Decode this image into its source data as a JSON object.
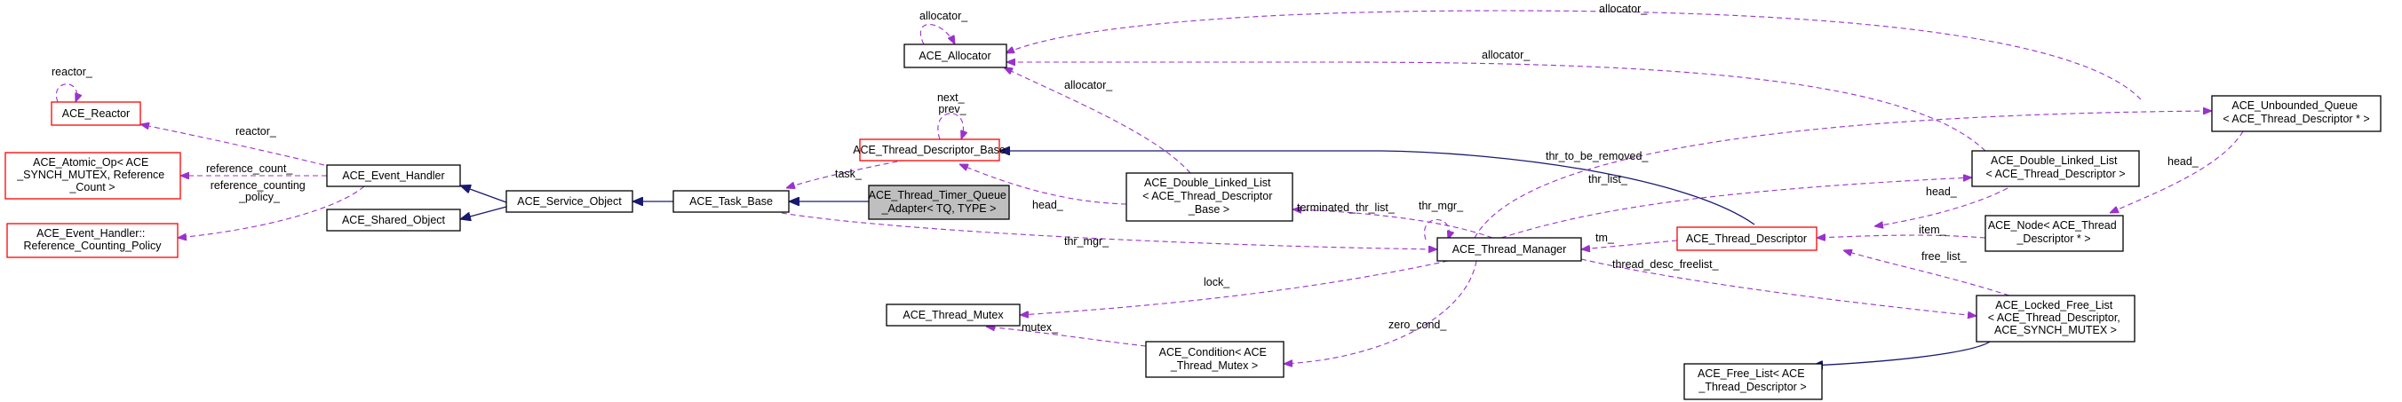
{
  "diagram": {
    "nodes": {
      "ace_allocator": [
        "ACE_Allocator"
      ],
      "ace_reactor": [
        "ACE_Reactor"
      ],
      "ace_atomic_op": [
        "ACE_Atomic_Op< ACE",
        "_SYNCH_MUTEX, Reference",
        "_Count >"
      ],
      "ace_event_handler_rcp": [
        "ACE_Event_Handler::",
        "Reference_Counting_Policy"
      ],
      "ace_event_handler": [
        "ACE_Event_Handler"
      ],
      "ace_shared_object": [
        "ACE_Shared_Object"
      ],
      "ace_service_object": [
        "ACE_Service_Object"
      ],
      "ace_task_base": [
        "ACE_Task_Base"
      ],
      "ace_thread_timer_queue_adapter": [
        "ACE_Thread_Timer_Queue",
        "_Adapter< TQ, TYPE >"
      ],
      "ace_thread_descriptor_base": [
        "ACE_Thread_Descriptor_Base"
      ],
      "ace_double_linked_list_base": [
        "ACE_Double_Linked_List",
        "< ACE_Thread_Descriptor",
        "_Base >"
      ],
      "ace_thread_manager": [
        "ACE_Thread_Manager"
      ],
      "ace_thread_mutex": [
        "ACE_Thread_Mutex"
      ],
      "ace_condition": [
        "ACE_Condition< ACE",
        "_Thread_Mutex >"
      ],
      "ace_unbounded_queue": [
        "ACE_Unbounded_Queue",
        "< ACE_Thread_Descriptor * >"
      ],
      "ace_double_linked_list_td": [
        "ACE_Double_Linked_List",
        "< ACE_Thread_Descriptor >"
      ],
      "ace_thread_descriptor": [
        "ACE_Thread_Descriptor"
      ],
      "ace_node": [
        "ACE_Node< ACE_Thread",
        "_Descriptor * >"
      ],
      "ace_locked_free_list": [
        "ACE_Locked_Free_List",
        "< ACE_Thread_Descriptor,",
        "ACE_SYNCH_MUTEX >"
      ],
      "ace_free_list": [
        "ACE_Free_List< ACE",
        "_Thread_Descriptor >"
      ]
    },
    "edge_labels": {
      "allocator_self": "allocator_",
      "allocator_queue": "allocator_",
      "allocator_dll_td": "allocator_",
      "allocator_dll_base": "allocator_",
      "reactor_self": "reactor_",
      "reactor_eh": "reactor_",
      "reference_count": "reference_count_",
      "reference_counting_policy": [
        "reference_counting",
        "_policy_"
      ],
      "next_prev": [
        "next_",
        "prev_"
      ],
      "task": "task_",
      "head_base": "head_",
      "thr_to_be_removed": "thr_to_be_removed_",
      "head_queue": "head_",
      "thr_list": "thr_list_",
      "head_td": "head_",
      "terminated_thr_list": "terminated_thr_list_",
      "thr_mgr_self": "thr_mgr_",
      "tm": "tm_",
      "item": "item_",
      "thr_mgr": "thr_mgr_",
      "free_list": "free_list_",
      "thread_desc_freelist": "thread_desc_freelist_",
      "lock": "lock_",
      "mutex": "mutex_",
      "zero_cond": "zero_cond_"
    },
    "colors": {
      "inheritance": "#191970",
      "usage": "#9a32cd",
      "incomplete_border": "#ff0000",
      "focus_fill": "#bfbfbf"
    }
  }
}
